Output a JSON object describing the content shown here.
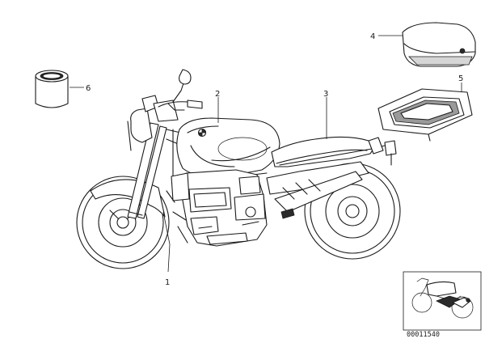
{
  "callouts": {
    "c1": "1",
    "c2": "2",
    "c3": "3",
    "c4": "4",
    "c5": "5",
    "c6": "6"
  },
  "diagram_code": "00011540",
  "colors": {
    "line": "#1a1a1a",
    "background": "#ffffff",
    "accent_dark": "#2b2b2b"
  }
}
